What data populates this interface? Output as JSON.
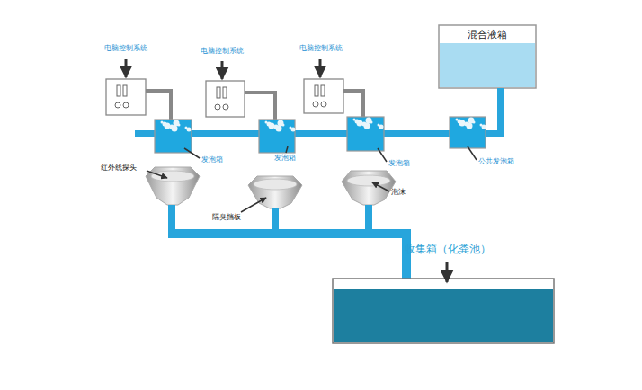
{
  "diagram": {
    "nodes": [
      {
        "text": [
          "混合液箱"
        ]
      },
      {
        "text": [
          "收集箱（化粪池）"
        ]
      }
    ],
    "labels": [
      "电脑控制系统",
      "电脑控制系统",
      "电脑控制系统",
      "发泡箱",
      "发泡箱",
      "发泡箱",
      "公共发泡箱",
      "红外线探头",
      "隔臭挡板",
      "泡沫"
    ]
  }
}
